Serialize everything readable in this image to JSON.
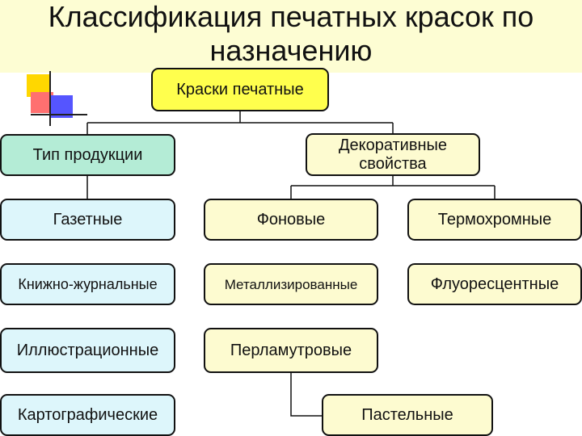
{
  "title": {
    "line1": "Классификация печатных красок по",
    "line2": "назначению"
  },
  "colors": {
    "title_band": "#fdfdd3",
    "root": "#ffff4d",
    "category": "#b4ecd6",
    "left_items": "#ddf6fb",
    "right_items": "#fdfbd0",
    "decor_yellow": "#ffd700",
    "decor_red": "#ff6a6a",
    "decor_blue": "#5555ff"
  },
  "root": {
    "label": "Краски печатные"
  },
  "categories": {
    "product": {
      "label": "Тип продукции"
    },
    "decorative": {
      "label": "Декоративные свойства"
    }
  },
  "product_items": [
    "Газетные",
    "Книжно-журнальные",
    "Иллюстрационные",
    "Картографические"
  ],
  "decorative_items": {
    "background": "Фоновые",
    "thermochromic": "Термохромные",
    "metallized": "Металлизированные",
    "fluorescent": "Флуоресцентные",
    "pearlescent": "Перламутровые",
    "pastel": "Пастельные"
  }
}
